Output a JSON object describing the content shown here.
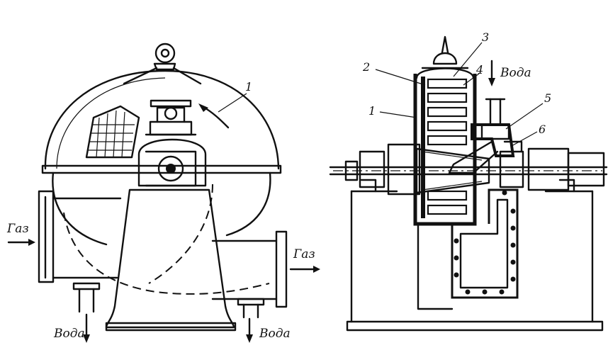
{
  "labels": {
    "gas_in": "Газ",
    "gas_out": "Газ",
    "water_out_left": "Вода",
    "water_out_right": "Вода",
    "water_in": "Вода"
  },
  "callouts": [
    "1",
    "1",
    "2",
    "3",
    "4",
    "5",
    "6"
  ]
}
